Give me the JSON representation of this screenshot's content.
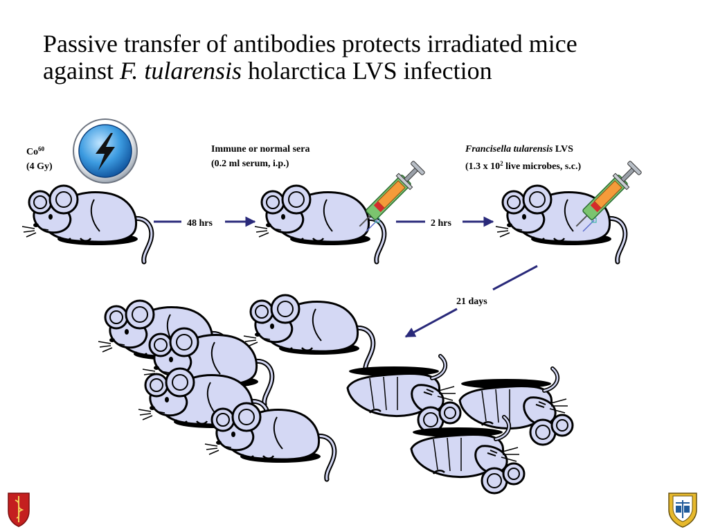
{
  "title": {
    "line1": "Passive transfer of antibodies protects irradiated mice",
    "line2_pre": "against ",
    "line2_italic": "F. tularensis",
    "line2_post": " holarctica LVS infection"
  },
  "step1": {
    "element": "Co",
    "superscript": "60",
    "dose": "(4 Gy)"
  },
  "step2": {
    "line1": "Immune or normal sera",
    "line2": "(0.2 ml serum, i.p.)"
  },
  "step3": {
    "line1_italic": "Francisella tularensis",
    "line1_post": " LVS",
    "line2_pre": "(1.3 x 10",
    "line2_sup": "2",
    "line2_post": " live microbes, s.c.)"
  },
  "arrows": {
    "first": "48 hrs",
    "second": "2 hrs",
    "third": "21 days"
  },
  "icons": {
    "radiation": "lightning-bolt-icon",
    "syringe": "syringe-icon",
    "logo_left": "medical-caduceus-shield-icon",
    "logo_right": "institute-shield-icon"
  },
  "colors": {
    "mouse_fill": "#d4d8f4",
    "arrow": "#29297a",
    "bolt_ring": "#2e8fd3"
  }
}
